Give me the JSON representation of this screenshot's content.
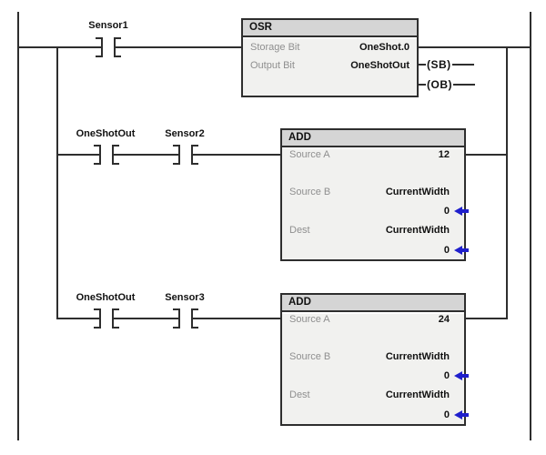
{
  "colors": {
    "wire": "#2e2e2e",
    "header_bg": "#d5d5d5",
    "body_bg": "#f1f1ef",
    "param_gray": "#8f8f8f",
    "value_color": "#111111",
    "arrow_blue": "#1f1fcc",
    "canvas_bg": "#ffffff"
  },
  "rung1": {
    "contact1_label": "Sensor1",
    "block": {
      "header": "OSR",
      "storage_bit_label": "Storage Bit",
      "storage_bit_value": "OneShot.0",
      "output_bit_label": "Output Bit",
      "output_bit_value": "OneShotOut"
    },
    "coil_sb_label": "(SB)",
    "coil_ob_label": "(OB)"
  },
  "rung2": {
    "contact1_label": "OneShotOut",
    "contact2_label": "Sensor2",
    "block": {
      "header": "ADD",
      "source_a_label": "Source A",
      "source_a_value": "12",
      "source_b_label": "Source B",
      "source_b_value": "CurrentWidth",
      "source_b_current": "0",
      "dest_label": "Dest",
      "dest_value": "CurrentWidth",
      "dest_current": "0"
    }
  },
  "rung3": {
    "contact1_label": "OneShotOut",
    "contact2_label": "Sensor3",
    "block": {
      "header": "ADD",
      "source_a_label": "Source A",
      "source_a_value": "24",
      "source_b_label": "Source B",
      "source_b_value": "CurrentWidth",
      "source_b_current": "0",
      "dest_label": "Dest",
      "dest_value": "CurrentWidth",
      "dest_current": "0"
    }
  }
}
